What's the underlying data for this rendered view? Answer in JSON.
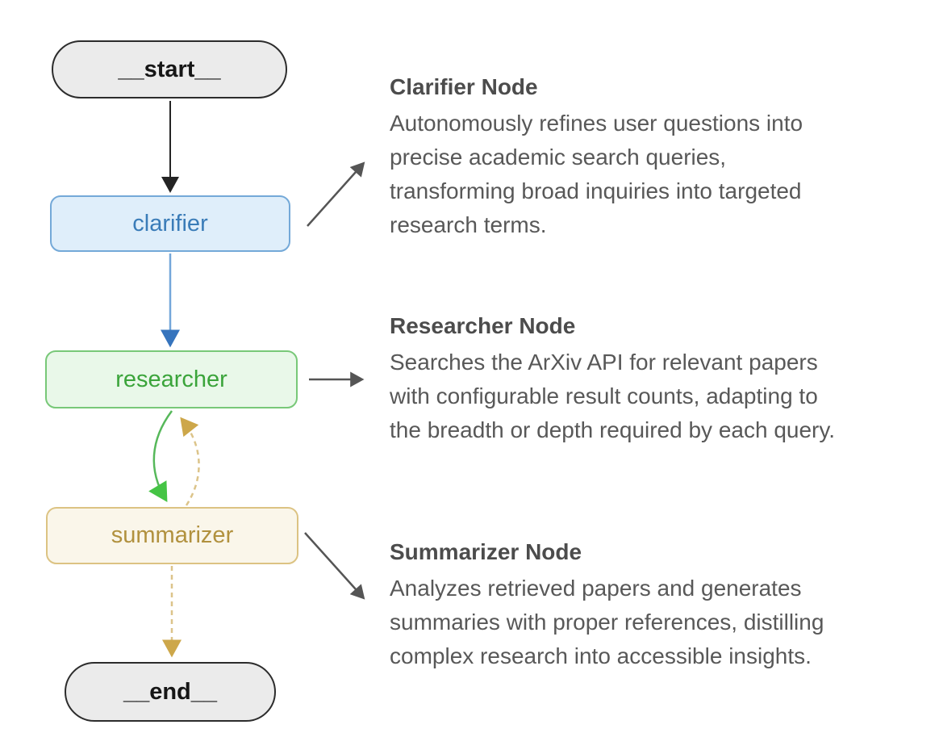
{
  "diagram": {
    "nodes": {
      "start": "__start__",
      "clarifier": "clarifier",
      "researcher": "researcher",
      "summarizer": "summarizer",
      "end": "__end__"
    },
    "edges": [
      "start -> clarifier (solid black)",
      "clarifier -> researcher (solid blue)",
      "researcher -> summarizer (solid green curve)",
      "summarizer -> researcher (dashed tan curve)",
      "summarizer -> end (dashed tan)"
    ],
    "colors": {
      "start_end_fill": "#ebebeb",
      "start_end_border": "#2c2c2c",
      "clarifier_fill": "#dfeefa",
      "clarifier_border": "#74a9d8",
      "clarifier_text": "#3a7cb8",
      "researcher_fill": "#e9f8e9",
      "researcher_border": "#78c878",
      "researcher_text": "#3aa43a",
      "summarizer_fill": "#faf6ea",
      "summarizer_border": "#dcc383",
      "summarizer_text": "#b1913e",
      "edge_black": "#242424",
      "edge_blue_line": "#74a7da",
      "edge_blue_head": "#3674bd",
      "edge_green": "#56b85a",
      "edge_green_head": "#45c445",
      "edge_tan": "#dcc48a",
      "edge_tan_head": "#cda74a",
      "annotation_arrow": "#555555",
      "annotation_text": "#585858"
    }
  },
  "annotations": [
    {
      "title": "Clarifier Node",
      "lines": [
        "Autonomously refines user questions into",
        "precise academic search queries,",
        "transforming broad inquiries into targeted",
        "research terms."
      ]
    },
    {
      "title": "Researcher Node",
      "lines": [
        "Searches the ArXiv API for relevant papers",
        "with configurable result counts, adapting to",
        "the breadth or depth required by each query."
      ]
    },
    {
      "title": "Summarizer Node",
      "lines": [
        "Analyzes retrieved papers and generates",
        "summaries with proper references, distilling",
        "complex research into accessible insights."
      ]
    }
  ]
}
